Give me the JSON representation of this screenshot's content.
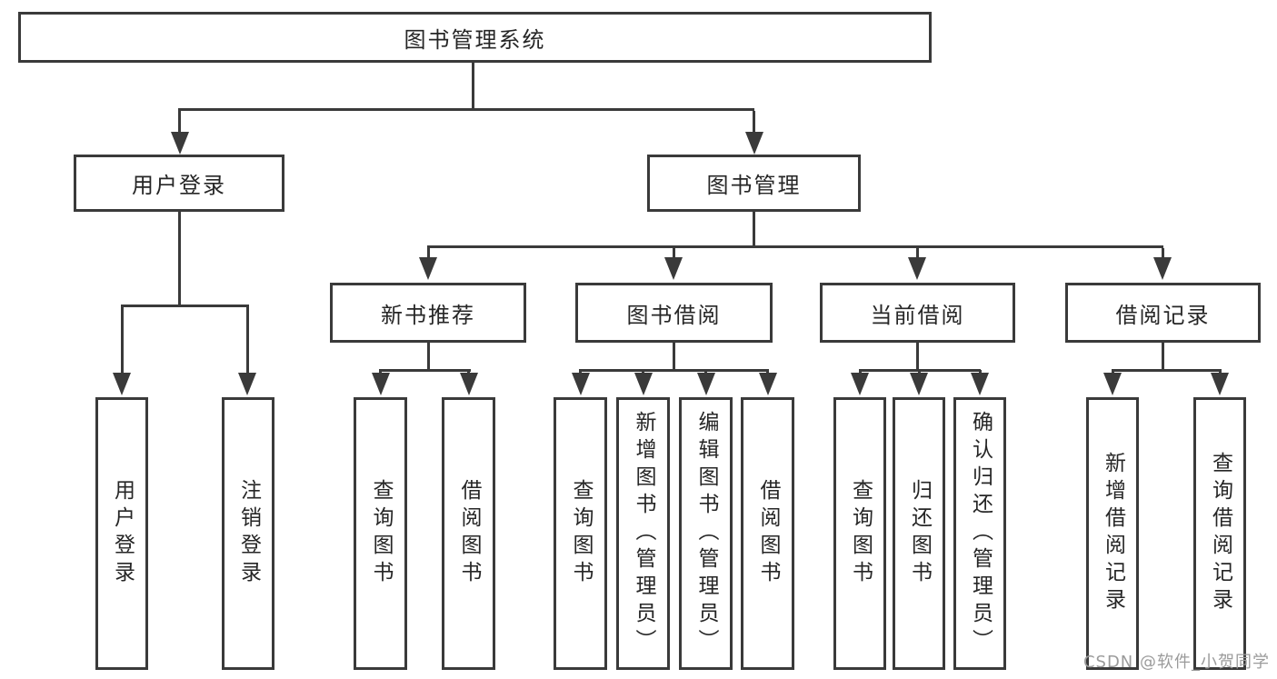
{
  "diagram": {
    "root": {
      "label": "图书管理系统"
    },
    "level2": [
      {
        "id": "user-login",
        "label": "用户登录"
      },
      {
        "id": "book-management",
        "label": "图书管理"
      }
    ],
    "level3": [
      {
        "id": "new-book-recommend",
        "label": "新书推荐"
      },
      {
        "id": "book-borrowing",
        "label": "图书借阅"
      },
      {
        "id": "current-borrowing",
        "label": "当前借阅"
      },
      {
        "id": "borrowing-records",
        "label": "借阅记录"
      }
    ],
    "leaves": [
      {
        "id": "user-login-leaf",
        "label": "用户登录",
        "parent": "user-login"
      },
      {
        "id": "logout",
        "label": "注销登录",
        "parent": "user-login"
      },
      {
        "id": "query-books-recommend",
        "label": "查询图书",
        "parent": "new-book-recommend"
      },
      {
        "id": "borrow-books-recommend",
        "label": "借阅图书",
        "parent": "new-book-recommend"
      },
      {
        "id": "query-books-borrowing",
        "label": "查询图书",
        "parent": "book-borrowing"
      },
      {
        "id": "add-books-admin",
        "label": "新增图书（管理员）",
        "parent": "book-borrowing"
      },
      {
        "id": "edit-books-admin",
        "label": "编辑图书（管理员）",
        "parent": "book-borrowing"
      },
      {
        "id": "borrow-books-borrowing",
        "label": "借阅图书",
        "parent": "book-borrowing"
      },
      {
        "id": "query-books-current",
        "label": "查询图书",
        "parent": "current-borrowing"
      },
      {
        "id": "return-books",
        "label": "归还图书",
        "parent": "current-borrowing"
      },
      {
        "id": "confirm-return-admin",
        "label": "确认归还（管理员）",
        "parent": "current-borrowing"
      },
      {
        "id": "add-borrow-record",
        "label": "新增借阅记录",
        "parent": "borrowing-records"
      },
      {
        "id": "query-borrow-record",
        "label": "查询借阅记录",
        "parent": "borrowing-records"
      }
    ]
  },
  "watermark": {
    "text": "CSDN @软件_小贺同学"
  },
  "colors": {
    "line": "#3a3a3a",
    "border": "#3a3a3a",
    "background": "#ffffff",
    "text": "#262626",
    "watermark": "#9b9b9b"
  }
}
